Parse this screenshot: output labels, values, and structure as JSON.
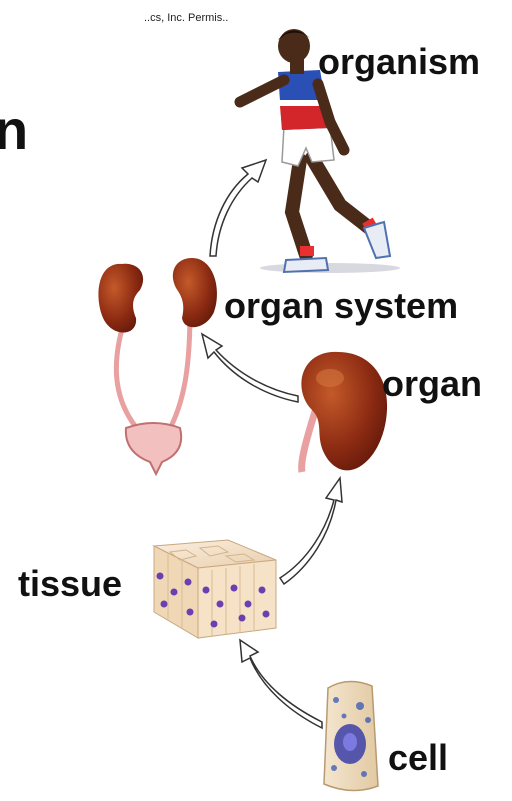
{
  "header": {
    "copyright_fragment": "..cs, Inc. Permis..",
    "title_fragment": "n"
  },
  "levels": [
    {
      "key": "organism",
      "label": "organism"
    },
    {
      "key": "organ_system",
      "label": "organ system"
    },
    {
      "key": "organ",
      "label": "organ"
    },
    {
      "key": "tissue",
      "label": "tissue"
    },
    {
      "key": "cell",
      "label": "cell"
    }
  ],
  "colors": {
    "kidney": "#8b2a12",
    "kidney_highlight": "#c45a2a",
    "ureter": "#e8a0a0",
    "shirt_blue": "#2a4fb5",
    "shirt_red": "#d2262a",
    "skin": "#4a2a18",
    "tissue": "#f1dcc0",
    "nucleus": "#6a3fb0"
  }
}
